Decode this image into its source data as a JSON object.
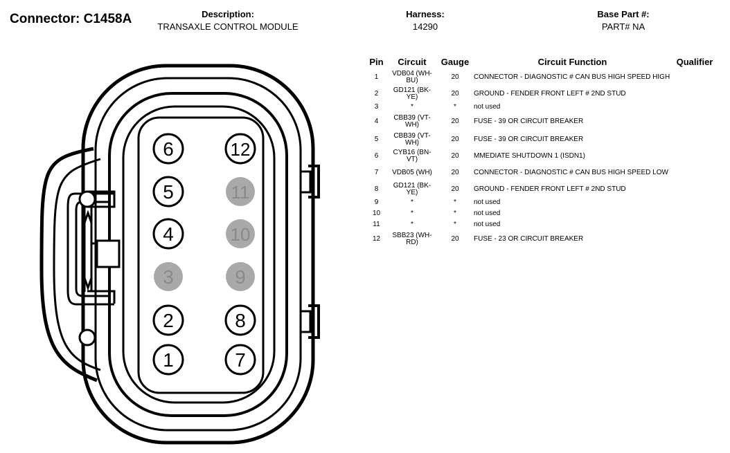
{
  "header": {
    "connector_title": "Connector: C1458A",
    "description_label": "Description:",
    "description_value": "TRANSAXLE CONTROL MODULE",
    "harness_label": "Harness:",
    "harness_value": "14290",
    "base_part_label": "Base Part #:",
    "base_part_value": "PART# NA"
  },
  "table": {
    "headers": [
      "Pin",
      "Circuit",
      "Gauge",
      "Circuit Function",
      "Qualifier"
    ],
    "rows": [
      {
        "pin": "1",
        "circuit": "VDB04 (WH-BU)",
        "gauge": "20",
        "function": "CONNECTOR - DIAGNOSTIC # CAN BUS HIGH SPEED HIGH",
        "qualifier": ""
      },
      {
        "pin": "2",
        "circuit": "GD121 (BK-YE)",
        "gauge": "20",
        "function": "GROUND - FENDER FRONT LEFT # 2ND STUD",
        "qualifier": ""
      },
      {
        "pin": "3",
        "circuit": "*",
        "gauge": "*",
        "function": "not used",
        "qualifier": ""
      },
      {
        "pin": "4",
        "circuit": "CBB39 (VT-WH)",
        "gauge": "20",
        "function": "FUSE - 39 OR CIRCUIT BREAKER",
        "qualifier": ""
      },
      {
        "pin": "5",
        "circuit": "CBB39 (VT-WH)",
        "gauge": "20",
        "function": "FUSE - 39 OR CIRCUIT BREAKER",
        "qualifier": ""
      },
      {
        "pin": "6",
        "circuit": "CYB16 (BN-VT)",
        "gauge": "20",
        "function": "MMEDIATE SHUTDOWN 1 (ISDN1)",
        "qualifier": ""
      },
      {
        "pin": "7",
        "circuit": "VDB05 (WH)",
        "gauge": "20",
        "function": "CONNECTOR - DIAGNOSTIC # CAN BUS HIGH SPEED LOW",
        "qualifier": ""
      },
      {
        "pin": "8",
        "circuit": "GD121 (BK-YE)",
        "gauge": "20",
        "function": "GROUND - FENDER FRONT LEFT # 2ND STUD",
        "qualifier": ""
      },
      {
        "pin": "9",
        "circuit": "*",
        "gauge": "*",
        "function": "not used",
        "qualifier": ""
      },
      {
        "pin": "10",
        "circuit": "*",
        "gauge": "*",
        "function": "not used",
        "qualifier": ""
      },
      {
        "pin": "11",
        "circuit": "*",
        "gauge": "*",
        "function": "not used",
        "qualifier": ""
      },
      {
        "pin": "12",
        "circuit": "SBB23 (WH-RD)",
        "gauge": "20",
        "function": "FUSE - 23 OR CIRCUIT BREAKER",
        "qualifier": ""
      }
    ]
  },
  "connector": {
    "pins": [
      {
        "label": "6",
        "used": true
      },
      {
        "label": "12",
        "used": true
      },
      {
        "label": "5",
        "used": true
      },
      {
        "label": "11",
        "used": false
      },
      {
        "label": "4",
        "used": true
      },
      {
        "label": "10",
        "used": false
      },
      {
        "label": "3",
        "used": false
      },
      {
        "label": "9",
        "used": false
      },
      {
        "label": "2",
        "used": true
      },
      {
        "label": "8",
        "used": true
      },
      {
        "label": "1",
        "used": true
      },
      {
        "label": "7",
        "used": true
      }
    ],
    "colors": {
      "used_fill": "#ffffff",
      "used_stroke": "#000000",
      "used_text": "#000000",
      "unused_fill": "#a9a9a9",
      "unused_text": "#8a8a8a"
    }
  }
}
